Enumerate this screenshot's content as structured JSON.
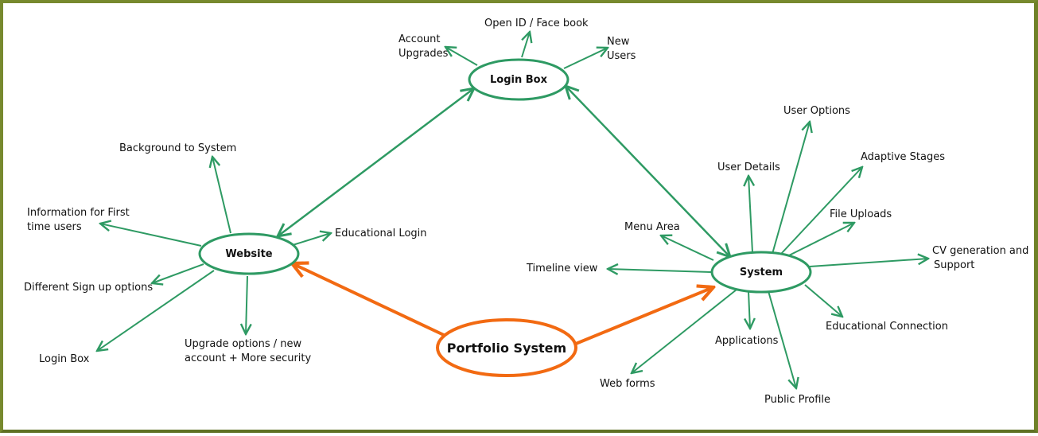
{
  "diagram": {
    "title": "Portfolio System",
    "colors": {
      "green": "#2e9a63",
      "orange": "#f26a12",
      "frame": "#77892e",
      "text": "#111111"
    },
    "nodes": {
      "root": {
        "label": "Portfolio System"
      },
      "website": {
        "label": "Website"
      },
      "login_box": {
        "label": "Login Box"
      },
      "system": {
        "label": "System"
      }
    },
    "connections": [
      {
        "from": "root",
        "to": "website",
        "style": "orange",
        "direction": "forward"
      },
      {
        "from": "root",
        "to": "system",
        "style": "orange",
        "direction": "forward"
      },
      {
        "from": "website",
        "to": "login_box",
        "style": "green",
        "direction": "both"
      },
      {
        "from": "login_box",
        "to": "system",
        "style": "green",
        "direction": "both"
      }
    ],
    "branches": {
      "website": [
        {
          "label": "Background to System"
        },
        {
          "label": "Information for First time users",
          "lines": [
            "Information for First",
            "time users"
          ]
        },
        {
          "label": "Educational Login"
        },
        {
          "label": "Different Sign up options"
        },
        {
          "label": "Login Box"
        },
        {
          "label": "Upgrade options / new account + More security",
          "lines": [
            "Upgrade options / new",
            "account  + More security"
          ]
        }
      ],
      "login_box": [
        {
          "label": "Account Upgrades",
          "lines": [
            "Account",
            "Upgrades"
          ]
        },
        {
          "label": "Open ID / Face book"
        },
        {
          "label": "New Users",
          "lines": [
            "New",
            "Users"
          ]
        }
      ],
      "system": [
        {
          "label": "User Options"
        },
        {
          "label": "Adaptive Stages"
        },
        {
          "label": "User Details"
        },
        {
          "label": "File Uploads"
        },
        {
          "label": "Menu Area"
        },
        {
          "label": "CV generation and Support",
          "lines": [
            "CV generation and",
            "Support"
          ]
        },
        {
          "label": "Timeline view"
        },
        {
          "label": "Educational Connection"
        },
        {
          "label": "Applications"
        },
        {
          "label": "Web forms"
        },
        {
          "label": "Public Profile"
        }
      ]
    }
  }
}
